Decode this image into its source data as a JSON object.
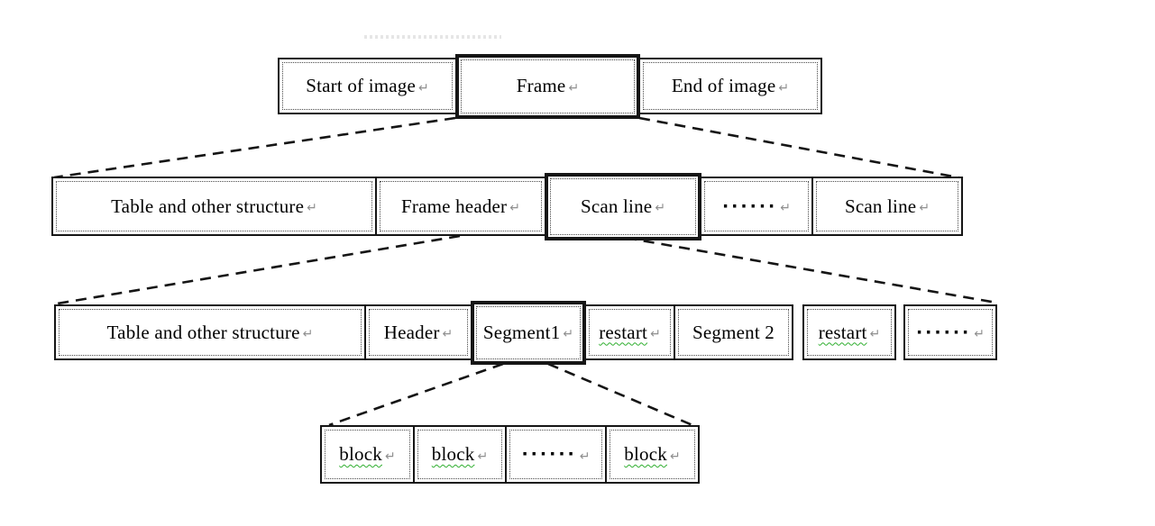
{
  "marks": {
    "pilcrow": "↵",
    "dots": "······"
  },
  "colors": {
    "border": "#161616",
    "highlight_border": "#000000",
    "squiggle_green": "#2fae2f",
    "pilcrow_gray": "#8f8f8f",
    "background": "#ffffff"
  },
  "diagram": {
    "description_rows": [
      {
        "name": "image-level",
        "cells": [
          {
            "label": "Start of image"
          },
          {
            "label": "Frame",
            "highlighted": true
          },
          {
            "label": "End of image"
          }
        ]
      },
      {
        "name": "frame-level",
        "cells": [
          {
            "label": "Table and other structure"
          },
          {
            "label": "Frame header"
          },
          {
            "label": "Scan line",
            "highlighted": true
          },
          {
            "label": "······",
            "dots": true
          },
          {
            "label": "Scan line"
          }
        ]
      },
      {
        "name": "scan-line-level",
        "cells": [
          {
            "label": "Table and other structure"
          },
          {
            "label": "Header"
          },
          {
            "label": "Segment1",
            "highlighted": true
          },
          {
            "label": "restart",
            "misspelled": true
          },
          {
            "label": "Segment 2"
          },
          {
            "label": "restart",
            "misspelled": true
          },
          {
            "label": "······",
            "dots": true
          }
        ]
      },
      {
        "name": "segment-level",
        "cells": [
          {
            "label": "block",
            "misspelled": true
          },
          {
            "label": "block",
            "misspelled": true
          },
          {
            "label": "······",
            "dots": true
          },
          {
            "label": "block",
            "misspelled": true
          }
        ]
      }
    ]
  }
}
